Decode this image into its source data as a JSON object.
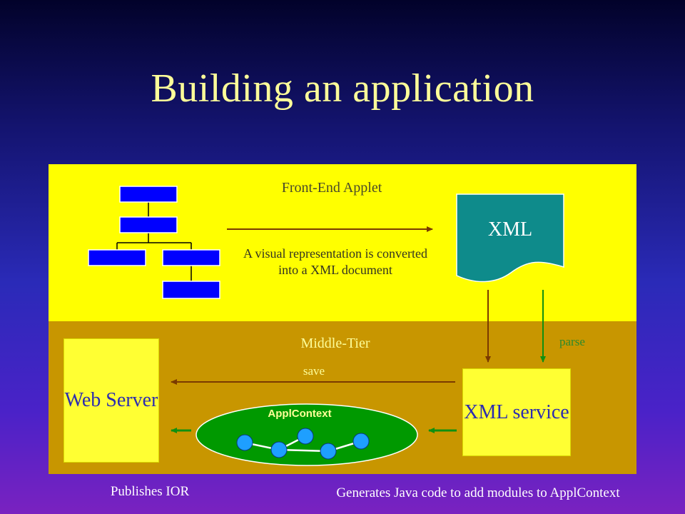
{
  "title": "Building an application",
  "front_end": {
    "label": "Front-End Applet",
    "description": "A visual representation is converted into a XML document",
    "xml_doc_label": "XML"
  },
  "middle_tier": {
    "label": "Middle-Tier",
    "web_server_label": "Web Server",
    "xml_service_label": "XML service",
    "appl_context_label": "ApplContext",
    "save_label": "save",
    "parse_label": "parse"
  },
  "footer": {
    "publishes": "Publishes IOR",
    "generates": "Generates Java code to add modules to ApplContext"
  },
  "colors": {
    "front_panel": "#ffff00",
    "middle_panel": "#c89600",
    "tree_boxes": "#0000ff",
    "xml_doc": "#0e8b8b",
    "appl_context": "#009900",
    "node_fill": "#1e9fff",
    "save_arrow": "#7a3a00",
    "parse_arrow": "#109010"
  }
}
